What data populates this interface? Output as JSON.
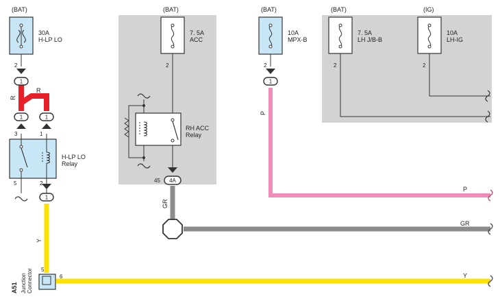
{
  "power_sources": {
    "bat_1": "(BAT)",
    "bat_2": "(BAT)",
    "bat_3": "(BAT)",
    "bat_4": "(BAT)",
    "ig": "(IG)"
  },
  "fuses": {
    "hlp_lo": {
      "rating": "30A",
      "name": "H-LP LO"
    },
    "acc": {
      "rating": "7. 5A",
      "name": "ACC"
    },
    "mpx_b": {
      "rating": "10A",
      "name": "MPX-B"
    },
    "lh_jb_b": {
      "rating": "7. 5A",
      "name": "LH J/B-B"
    },
    "lh_ig": {
      "rating": "10A",
      "name": "LH-IG"
    }
  },
  "relays": {
    "hlp_lo": {
      "line1": "H-LP LO",
      "line2": "Relay"
    },
    "rh_acc": {
      "line1": "RH ACC",
      "line2": "Relay"
    }
  },
  "pins": {
    "hlp_fuse_out": "2",
    "acc_fuse_out": "2",
    "mpx_fuse_out": "2",
    "lhjb_fuse_out": "2",
    "lhig_fuse_out": "2",
    "relay_in": "3",
    "relay_coil_in": "1",
    "relay_5": "5",
    "relay_out": "2",
    "acc_relay_out": "45",
    "junction_in": "5",
    "junction_out": "6"
  },
  "connectors": {
    "c1": "1",
    "c2": "1",
    "c3": "1",
    "c4": "1",
    "c5": "1",
    "c6": "4A"
  },
  "wire_colors": {
    "r_left": "R",
    "r_top": "R",
    "y": "Y",
    "gr_vert": "GR",
    "gr_right": "GR",
    "p_vert": "P",
    "p_right": "P",
    "y_right": "Y"
  },
  "junction_connector": {
    "id": "A51",
    "line1": "Junction",
    "line2": "Connector"
  },
  "colors": {
    "red_wire": "#e8202a",
    "yellow_wire": "#ffe100",
    "gray_wire": "#8c8c8c",
    "pink_wire": "#f08cb8",
    "shade": "#d3d3d3",
    "fuse_box": "#c8e6f5"
  }
}
